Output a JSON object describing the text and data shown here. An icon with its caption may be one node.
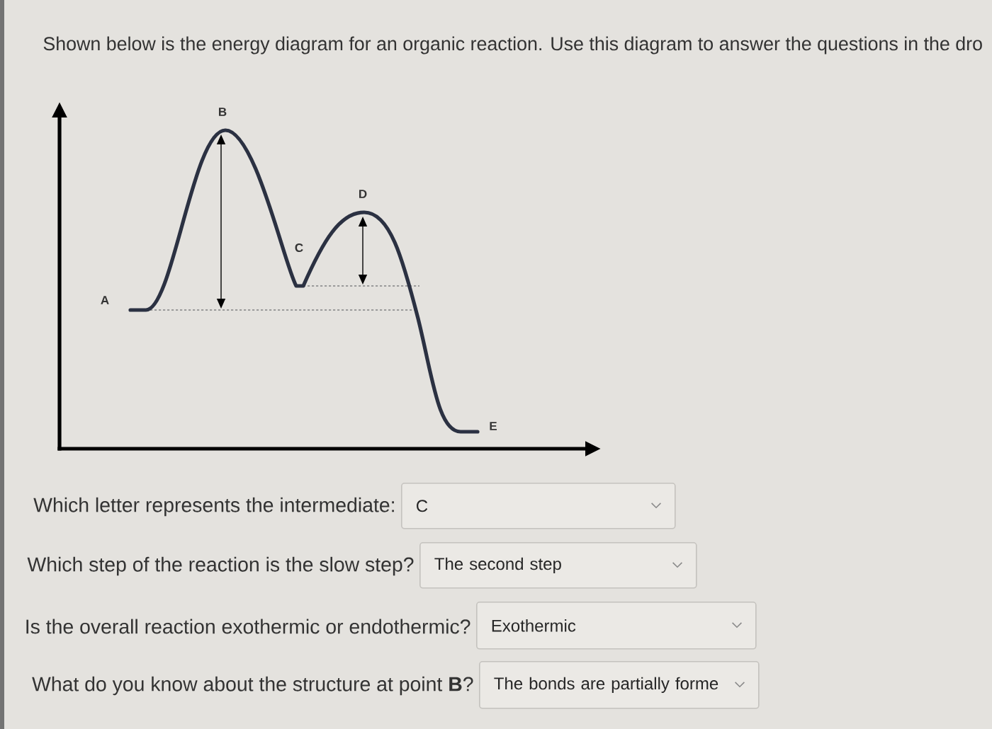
{
  "diagram": {
    "title": "Shown below is the energy diagram for an organic reaction. Use this diagram to answer the questions in the dro",
    "nodes": [
      {
        "text": [
          "C"
        ],
        "beside": [
          "Which letter represents the intermediate:"
        ]
      },
      {
        "text": [
          "The second step"
        ],
        "beside": [
          "Which step of the reaction is the slow step?"
        ]
      },
      {
        "text": [
          "Exothermic"
        ],
        "beside": [
          "Is the overall reaction exothermic or endothermic?"
        ]
      },
      {
        "text": [
          "The bonds are partially forme"
        ],
        "beside": [
          "What do you know about the structure at point **B**?"
        ]
      }
    ],
    "labels": [
      "B",
      "D",
      "C",
      "A",
      "E"
    ]
  }
}
